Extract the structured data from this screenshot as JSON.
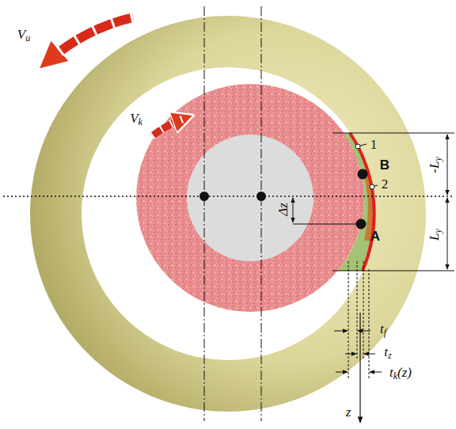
{
  "diagram": {
    "labels": [
      "Vu",
      "Vk",
      "1",
      "2",
      "B",
      "A",
      "Δz",
      "-Ly",
      "Ly",
      "tf",
      "tz",
      "tk(z)",
      "z"
    ]
  }
}
